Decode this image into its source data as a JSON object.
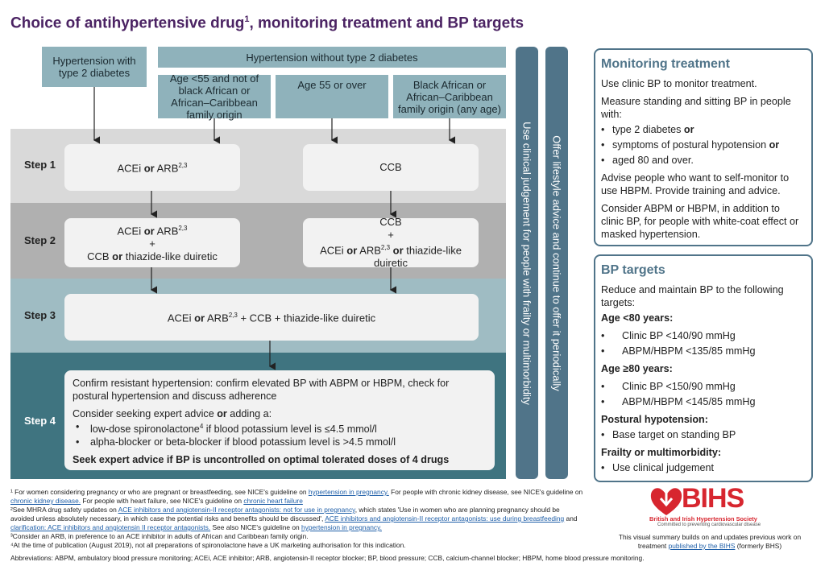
{
  "title": {
    "text": "Choice of antihypertensive drug",
    "sup": "1",
    "rest": ", monitoring treatment and BP targets"
  },
  "headers": {
    "t2d": "Hypertension with type 2 diabetes",
    "no_t2d": "Hypertension without type 2 diabetes",
    "under55": "Age <55 and not of black African or African–Caribbean family origin",
    "over55": "Age 55 or over",
    "black": "Black African or African–Caribbean family origin (any age)"
  },
  "steps": {
    "s1": "Step 1",
    "s2": "Step 2",
    "s3": "Step 3",
    "s4": "Step 4"
  },
  "boxes": {
    "s1_left_a": "ACEi ",
    "s1_left_or": "or",
    "s1_left_b": " ARB",
    "s1_left_sup": "2,3",
    "s1_right": "CCB",
    "s2_left_l1a": "ACEi ",
    "s2_left_l1or": "or",
    "s2_left_l1b": " ARB",
    "s2_left_l1sup": "2,3",
    "plus": "+",
    "s2_left_l3a": "CCB ",
    "s2_left_l3or": "or",
    "s2_left_l3b": " thiazide-like duiretic",
    "s2_right_l1": "CCB",
    "s2_right_l3a": "ACEi ",
    "s2_right_l3or": "or",
    "s2_right_l3b": " ARB",
    "s2_right_l3sup": "2,3",
    "s2_right_l3or2": " or",
    "s2_right_l3c": " thiazide-like duiretic",
    "s3_a": "ACEi ",
    "s3_or": "or",
    "s3_b": " ARB",
    "s3_sup": "2,3",
    "s3_c": " + CCB + thiazide-like duiretic"
  },
  "step4": {
    "p1": "Confirm resistant hypertension: confirm elevated BP with ABPM or HBPM, check for postural hypertension and discuss adherence",
    "p2a": "Consider seeking expert advice ",
    "p2or": "or",
    "p2b": " adding a:",
    "b1a": "low-dose spironolactone",
    "b1sup": "4",
    "b1b": " if blood potassium level is ≤4.5 mmol/l",
    "b2": "alpha-blocker or beta-blocker if blood potassium level is >4.5 mmol/l",
    "p3": "Seek expert advice if BP is uncontrolled on optimal tolerated doses of 4 drugs"
  },
  "vbars": {
    "v1": "Use clinical judgement for people with frailty or multimorbidity",
    "v2": "Offer lifestyle advice and continue to offer it periodically"
  },
  "monitoring": {
    "heading": "Monitoring treatment",
    "p1": "Use clinic BP to monitor treatment.",
    "p2": "Measure standing and sitting BP in people with:",
    "b1a": "type 2 diabetes ",
    "b1or": "or",
    "b2a": "symptoms of postural hypotension ",
    "b2or": "or",
    "b3": "aged 80 and over.",
    "p3": "Advise people who want to self-monitor to use HBPM. Provide training and advice.",
    "p4": "Consider ABPM or HBPM, in addition to clinic BP, for people with white-coat effect or masked hypertension."
  },
  "targets": {
    "heading": "BP targets",
    "p1": "Reduce and maintain BP to the following targets:",
    "g1": "Age <80 years:",
    "g1b1": "Clinic BP <140/90 mmHg",
    "g1b2": "ABPM/HBPM <135/85 mmHg",
    "g2": "Age ≥80 years:",
    "g2b1": "Clinic BP <150/90 mmHg",
    "g2b2": "ABPM/HBPM <145/85 mmHg",
    "g3": "Postural hypotension:",
    "g3b1": "Base target on standing BP",
    "g4": "Frailty or multimorbidity:",
    "g4b1": "Use clinical judgement"
  },
  "bihs": {
    "logo": "BIHS",
    "name": "British and Irish Hypertension Society",
    "tagline": "Committed to preventing cardiovascular disease",
    "note_a": "This visual summary builds on and updates previous work on treatment ",
    "note_link": "published by the BIHS",
    "note_b": " (formerly BHS)"
  },
  "footnotes": {
    "f1a": "¹ For women considering pregnancy or who are pregnant or breastfeeding, see NICE's guideline on ",
    "f1l1": "hypertension in pregnancy.",
    "f1b": " For people with chronic kidney disease, see NICE's guideline on ",
    "f1l2": "chronic kidney disease.",
    "f1c": " For people with heart failure, see NICE's guideline on ",
    "f1l3": "chronic heart failure",
    "f2a": "²See MHRA drug safety updates on ",
    "f2l1": "ACE inhibitors and angiotensin-II receptor antagonists: not for use in pregnancy",
    "f2b": ", which states 'Use in women who are planning pregnancy should be avoided unless absolutely necessary, in which case the potential risks and benefits should be discussed', ",
    "f2l2": "ACE inhibitors and angiotensin-II receptor antagonists: use during breastfeeding",
    "f2c": " and ",
    "f2l3": "clarification: ACE inhibitors and angiotensin II receptor antagonists.",
    "f2d": " See also NICE's guideline on ",
    "f2l4": "hypertension in pregnancy.",
    "f3": "³Consider an ARB, in preference to an ACE inhibitor in adults of African and Caribbean family origin.",
    "f4": "⁴At the time of publication (August 2019), not all preparations of spironolactone have a UK marketing authorisation for this indication.",
    "abbr": "Abbreviations: ABPM, ambulatory blood pressure monitoring; ACEi, ACE inhibitor; ARB, angiotensin-II receptor blocker; BP, blood pressure; CCB, calcium-channel blocker; HBPM, home blood pressure monitoring."
  },
  "colors": {
    "title": "#4b2363",
    "header": "#8fb2bb",
    "band1": "#d9d9d9",
    "band2": "#b0b0b0",
    "band3": "#9fbcc3",
    "band4": "#3f7480",
    "vbar": "#507489",
    "bihs_red": "#d7262f"
  }
}
